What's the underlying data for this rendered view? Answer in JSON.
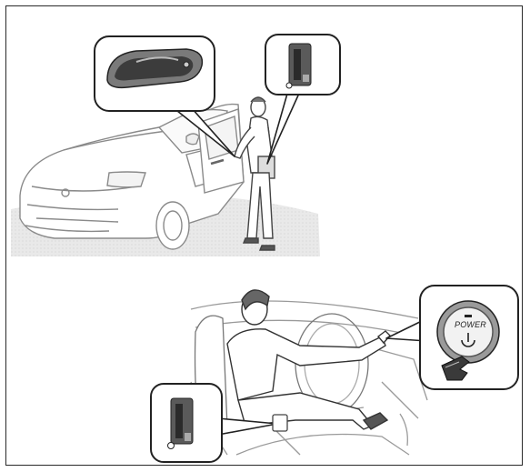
{
  "figure": {
    "panels": [
      {
        "id": "exterior-entry",
        "callouts": [
          "door-handle",
          "smart-key"
        ]
      },
      {
        "id": "interior-start",
        "callouts": [
          "power-button",
          "smart-key"
        ]
      }
    ]
  },
  "power_button": {
    "label": "POWER"
  },
  "icons": [
    "door-handle-icon",
    "smart-key-icon",
    "power-symbol-icon",
    "pointing-hand-icon"
  ]
}
